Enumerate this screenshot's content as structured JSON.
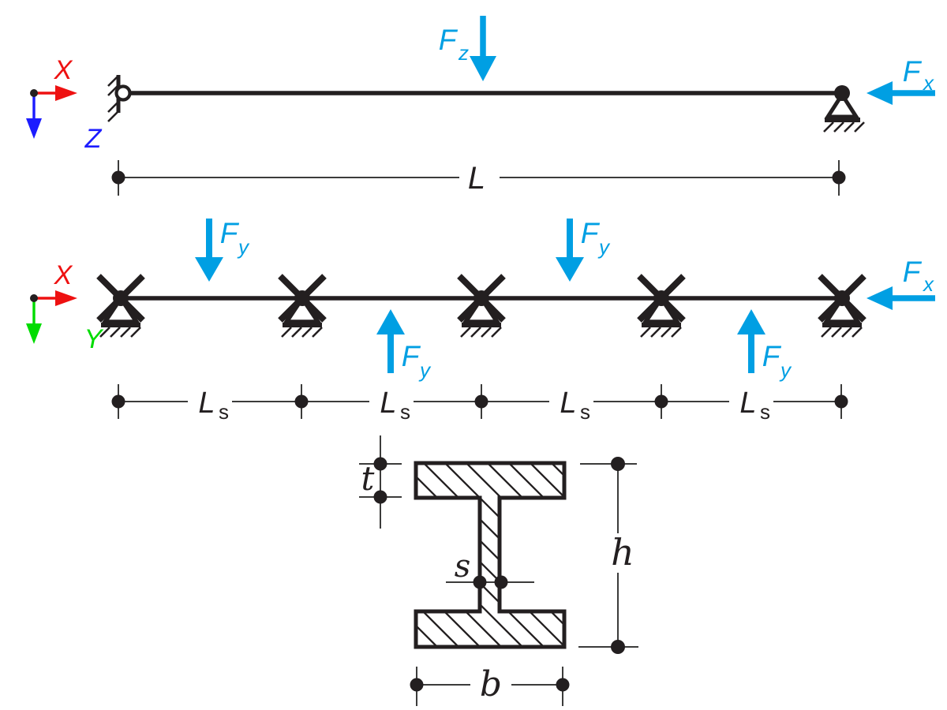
{
  "colors": {
    "ink": "#231F20",
    "dim_line": "#3C3C3B",
    "force": "#009FE3",
    "axis_x": "#EE1111",
    "axis_y": "#00DC00",
    "axis_z": "#1C1CFF"
  },
  "top_view": {
    "axis_x": "X",
    "axis_z": "Z",
    "force_z": {
      "f": "F",
      "sub": "z"
    },
    "force_x": {
      "f": "F",
      "sub": "x"
    },
    "length": "L"
  },
  "plan_view": {
    "axis_x": "X",
    "axis_y": "Y",
    "force_down": {
      "f": "F",
      "sub": "y"
    },
    "force_up": {
      "f": "F",
      "sub": "y"
    },
    "force_x": {
      "f": "F",
      "sub": "x"
    },
    "segment": {
      "f": "L",
      "sub": "s"
    }
  },
  "cross_section": {
    "flange_thickness": "t",
    "web_thickness": "s",
    "height": "h",
    "width": "b"
  }
}
